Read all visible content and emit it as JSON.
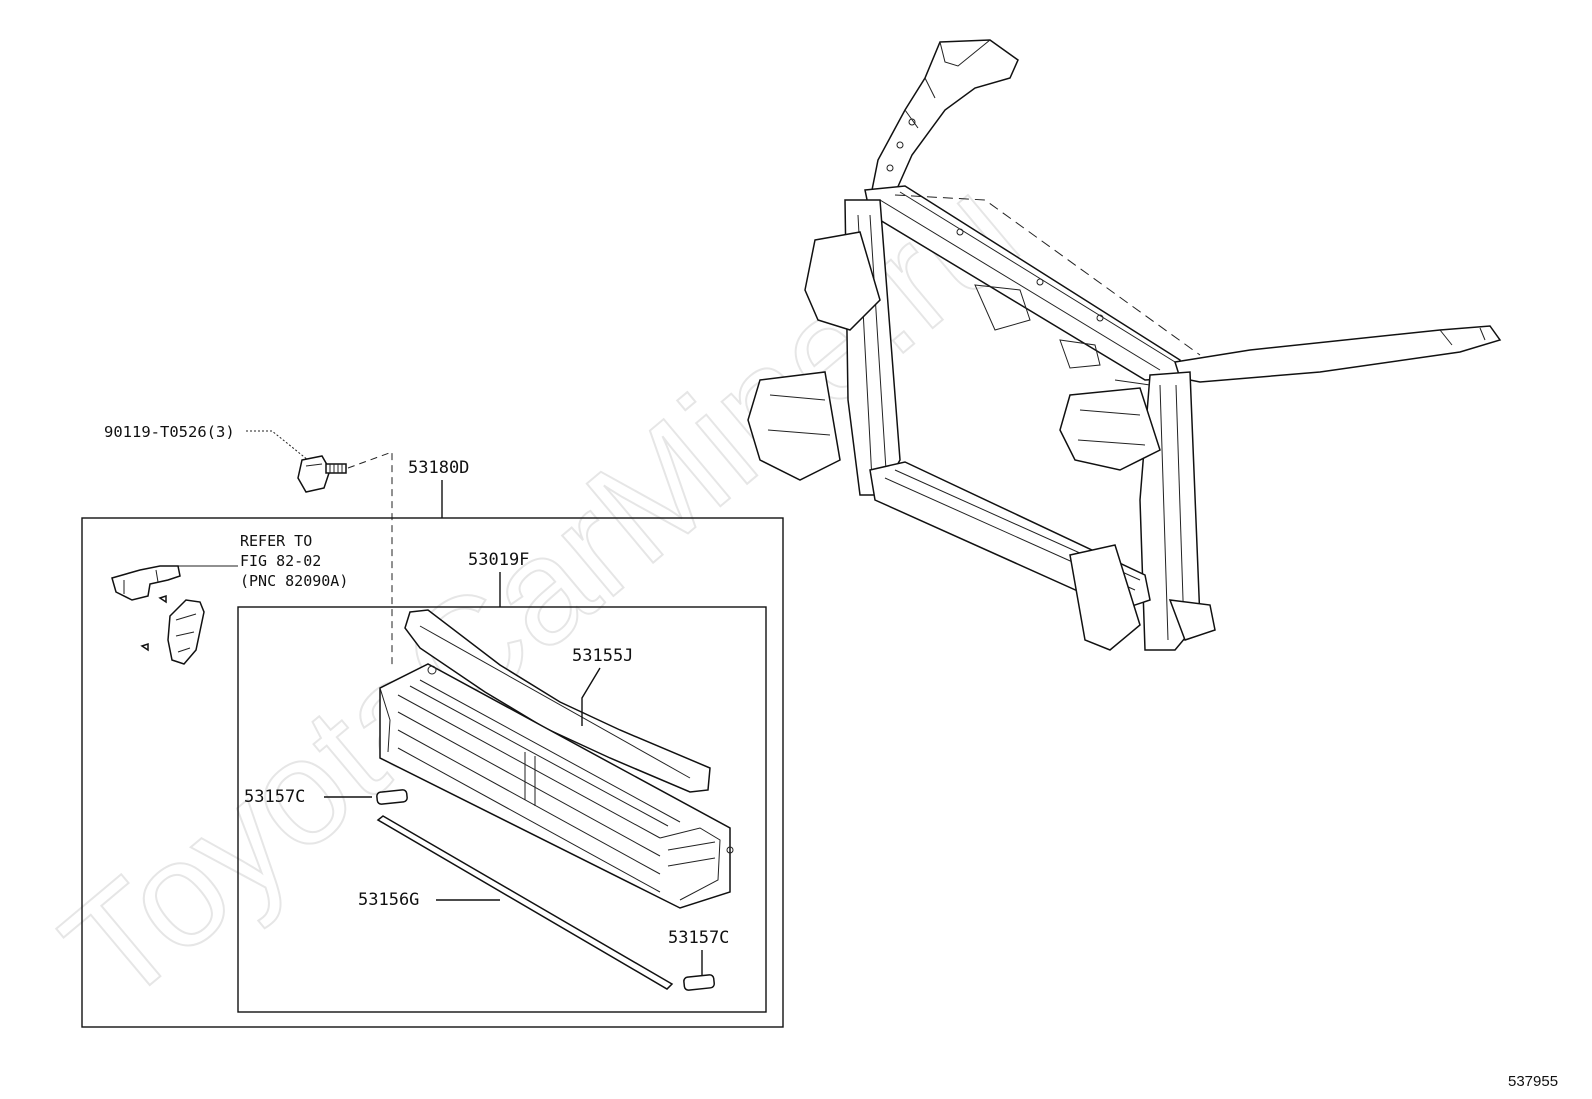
{
  "watermark": "ToyotaCarMine.ru",
  "figure_number": "537955",
  "labels": {
    "bolt": "90119-T0526(3)",
    "assembly": "53180D",
    "shutter_assy": "53019F",
    "seal_upper": "53155J",
    "seal_left": "53157C",
    "seal_lower": "53156G",
    "seal_right": "53157C"
  },
  "refer_note": {
    "line1": "REFER TO",
    "line2": "FIG 82-02",
    "line3": "(PNC 82090A)"
  }
}
